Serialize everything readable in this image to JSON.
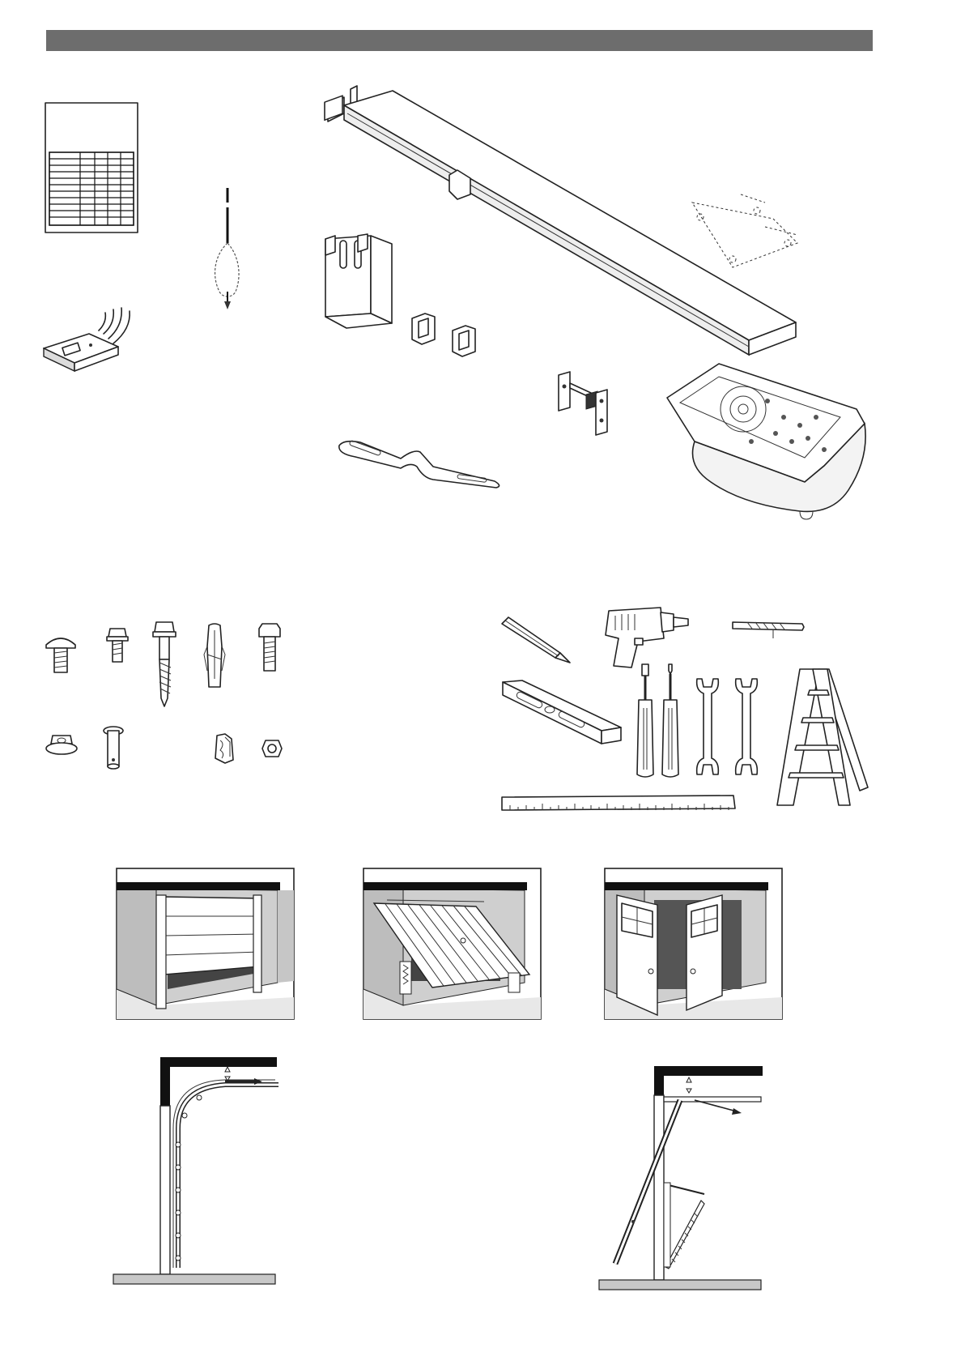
{
  "header": {
    "bar_color": "#6d6d6d"
  },
  "icons": {
    "manual": "instruction-sheet-icon",
    "pull_cord": "emergency-release-cord-icon",
    "remote": "remote-control-icon",
    "rail": "rail-assembly-icon",
    "bracket": "door-bracket-icon",
    "clip": "rail-clip-icon",
    "arm": "curved-door-arm-icon",
    "wall_bracket": "wall-bracket-icon",
    "motor": "motor-unit-icon",
    "carriage_bolt": "carriage-bolt-icon",
    "hex_screw": "hex-flange-screw-icon",
    "lag_screw": "lag-screw-icon",
    "wall_plug": "wall-plug-icon",
    "hex_bolt": "hex-bolt-icon",
    "flange_nut": "flange-nut-icon",
    "clevis_pin": "clevis-pin-icon",
    "spring_clip": "spring-clip-icon",
    "lock_nut": "lock-nut-icon",
    "pencil": "pencil-icon",
    "drill": "power-drill-icon",
    "drill_bit": "drill-bit-icon",
    "level": "spirit-level-icon",
    "screwdriver_flat": "flat-screwdriver-icon",
    "screwdriver_phillips": "phillips-screwdriver-icon",
    "wrench_a": "open-end-wrench-icon",
    "wrench_b": "open-end-wrench-icon",
    "ladder": "step-ladder-icon",
    "ruler": "ruler-icon"
  },
  "door_types": [
    "sectional-door",
    "up-and-over-door",
    "side-hinged-door"
  ],
  "section_views": [
    "sectional-door-section",
    "up-and-over-door-section"
  ]
}
